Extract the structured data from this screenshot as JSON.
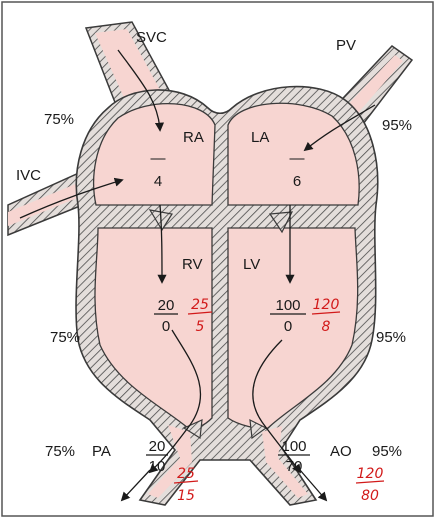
{
  "colors": {
    "chamber_fill": "#f7d5d1",
    "wall_fill": "#d9d2cf",
    "outline": "#3a3a3a",
    "text": "#1a1a1a",
    "handwriting": "#d21a1a"
  },
  "vessels": {
    "svc": "SVC",
    "ivc": "IVC",
    "pv": "PV",
    "pa": "PA",
    "ao": "AO"
  },
  "chambers": {
    "ra": "RA",
    "la": "LA",
    "rv": "RV",
    "lv": "LV"
  },
  "saturations": {
    "venous_left": "75%",
    "pulmonary_right": "95%",
    "rv_side": "75%",
    "lv_side": "95%",
    "pa_side": "75%",
    "ao_side": "95%"
  },
  "pressures": {
    "ra": {
      "top": "—",
      "bottom": "4"
    },
    "la": {
      "top": "—",
      "bottom": "6"
    },
    "rv": {
      "top": "20",
      "bottom": "0"
    },
    "lv": {
      "top": "100",
      "bottom": "0"
    },
    "pa": {
      "top": "20",
      "bottom": "10"
    },
    "ao": {
      "top": "100",
      "bottom": "70"
    }
  },
  "handwritten": {
    "rv": {
      "top": "25",
      "bottom": "5"
    },
    "lv": {
      "top": "120",
      "bottom": "8"
    },
    "pa": {
      "top": "25",
      "bottom": "15"
    },
    "ao": {
      "top": "120",
      "bottom": "80"
    }
  }
}
